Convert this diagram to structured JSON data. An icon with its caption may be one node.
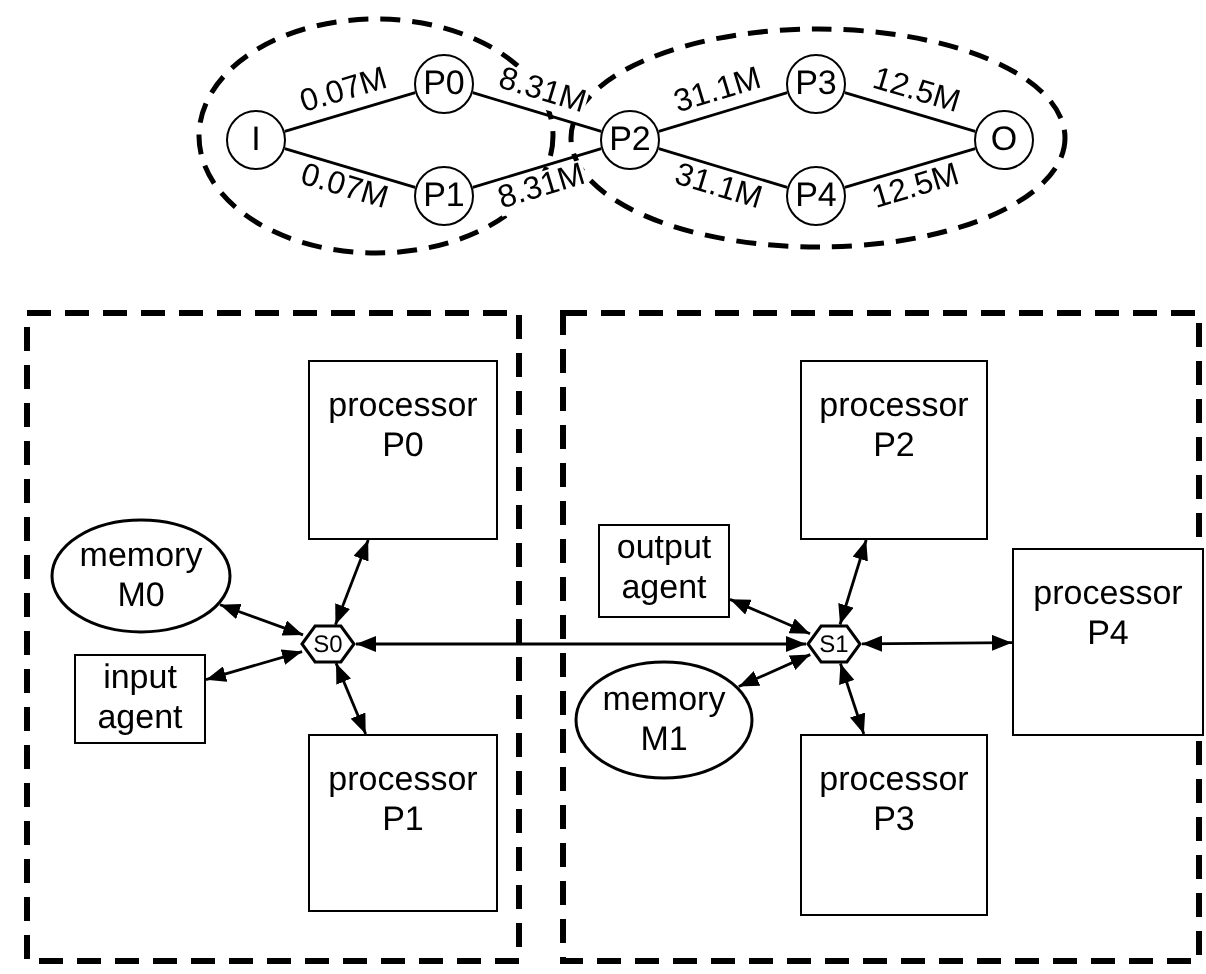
{
  "diagram": {
    "nodes": [
      {
        "text": [],
        "shape": "ellipse"
      },
      {
        "text": [],
        "shape": "ellipse"
      },
      {
        "text": [
          "I"
        ],
        "in": 0
      },
      {
        "text": [
          "P0"
        ],
        "in": 0
      },
      {
        "text": [
          "P1"
        ],
        "in": 0
      },
      {
        "text": [
          "P2"
        ],
        "in": 1
      },
      {
        "text": [
          "P3"
        ],
        "in": 1
      },
      {
        "text": [
          "P4"
        ],
        "in": 1
      },
      {
        "text": [
          "O"
        ],
        "in": 1
      },
      {
        "text": [],
        "shape": "box"
      },
      {
        "text": [],
        "shape": "box"
      },
      {
        "text": [
          "processor P0"
        ],
        "in": 9
      },
      {
        "text": [
          "memory M0"
        ],
        "in": 9
      },
      {
        "text": [
          "S0"
        ],
        "in": 9
      },
      {
        "text": [
          "input agent"
        ],
        "in": 9
      },
      {
        "text": [
          "processor P1"
        ],
        "in": 9
      },
      {
        "text": [
          "processor P2"
        ],
        "in": 10
      },
      {
        "text": [
          "output agent"
        ],
        "in": 10
      },
      {
        "text": [
          "S1"
        ],
        "in": 10
      },
      {
        "text": [
          "processor P4"
        ],
        "in": 10
      },
      {
        "text": [
          "memory M1"
        ],
        "in": 10
      },
      {
        "text": [
          "processor P3"
        ],
        "in": 10
      }
    ],
    "edges": [
      {
        "from": 2,
        "to": 3,
        "arrow": "none",
        "label": "0.07M"
      },
      {
        "from": 2,
        "to": 4,
        "arrow": "none",
        "label": "0.07M"
      },
      {
        "from": 3,
        "to": 5,
        "arrow": "none",
        "label": "8.31M"
      },
      {
        "from": 4,
        "to": 5,
        "arrow": "none",
        "label": "8.31M"
      },
      {
        "from": 5,
        "to": 6,
        "arrow": "none",
        "label": "31.1M"
      },
      {
        "from": 5,
        "to": 7,
        "arrow": "none",
        "label": "31.1M"
      },
      {
        "from": 6,
        "to": 8,
        "arrow": "none",
        "label": "12.5M"
      },
      {
        "from": 7,
        "to": 8,
        "arrow": "none",
        "label": "12.5M"
      },
      {
        "from": 12,
        "to": 13,
        "arrow": "both"
      },
      {
        "from": 11,
        "to": 13,
        "arrow": "both"
      },
      {
        "from": 14,
        "to": 13,
        "arrow": "both"
      },
      {
        "from": 15,
        "to": 13,
        "arrow": "both"
      },
      {
        "from": 13,
        "to": 18,
        "arrow": "both"
      },
      {
        "from": 17,
        "to": 18,
        "arrow": "both"
      },
      {
        "from": 16,
        "to": 18,
        "arrow": "both"
      },
      {
        "from": 19,
        "to": 18,
        "arrow": "both"
      },
      {
        "from": 20,
        "to": 18,
        "arrow": "both"
      },
      {
        "from": 21,
        "to": 18,
        "arrow": "both"
      }
    ]
  }
}
